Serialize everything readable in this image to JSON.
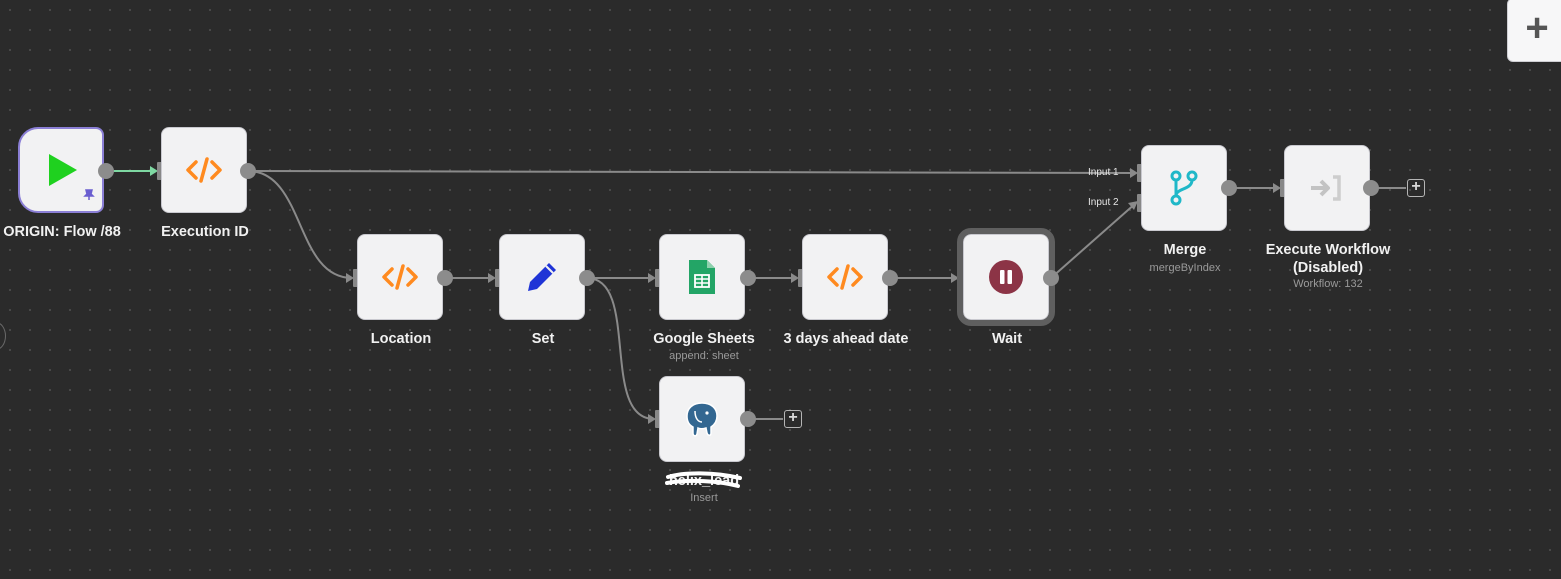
{
  "canvas": {
    "top_add_label": "+"
  },
  "nodes": {
    "origin": {
      "label": "ORIGIN: Flow /88",
      "icon": "play-icon"
    },
    "execution_id": {
      "label": "Execution ID",
      "icon": "code-icon"
    },
    "location": {
      "label": "Location",
      "icon": "code-icon"
    },
    "set": {
      "label": "Set",
      "icon": "pencil-icon"
    },
    "google_sheets": {
      "label": "Google Sheets",
      "sublabel": "append: sheet",
      "icon": "google-sheets-icon"
    },
    "three_days": {
      "label": "3 days ahead date",
      "icon": "code-icon"
    },
    "wait": {
      "label": "Wait",
      "icon": "pause-icon"
    },
    "merge": {
      "label": "Merge",
      "sublabel": "mergeByIndex",
      "icon": "merge-icon",
      "inputs": [
        "Input 1",
        "Input 2"
      ]
    },
    "execute_workflow": {
      "label": "Execute Workflow (Disabled)",
      "sublabel": "Workflow: 132",
      "icon": "execute-workflow-icon"
    },
    "postgres": {
      "label": "helix_lead",
      "sublabel": "Insert",
      "icon": "postgres-elephant-icon"
    }
  },
  "add_buttons": {
    "after_execute": "+",
    "after_postgres": "+"
  },
  "colors": {
    "canvas_bg": "#2b2b2b",
    "edge": "#8a8a8a",
    "trigger_edge": "#7ed8a2",
    "code_orange": "#ff8a1f",
    "play_green": "#1fd11f",
    "set_blue": "#1f34d6",
    "sheets_green": "#23a566",
    "wait_maroon": "#8c3446",
    "merge_teal": "#20b8c8"
  }
}
